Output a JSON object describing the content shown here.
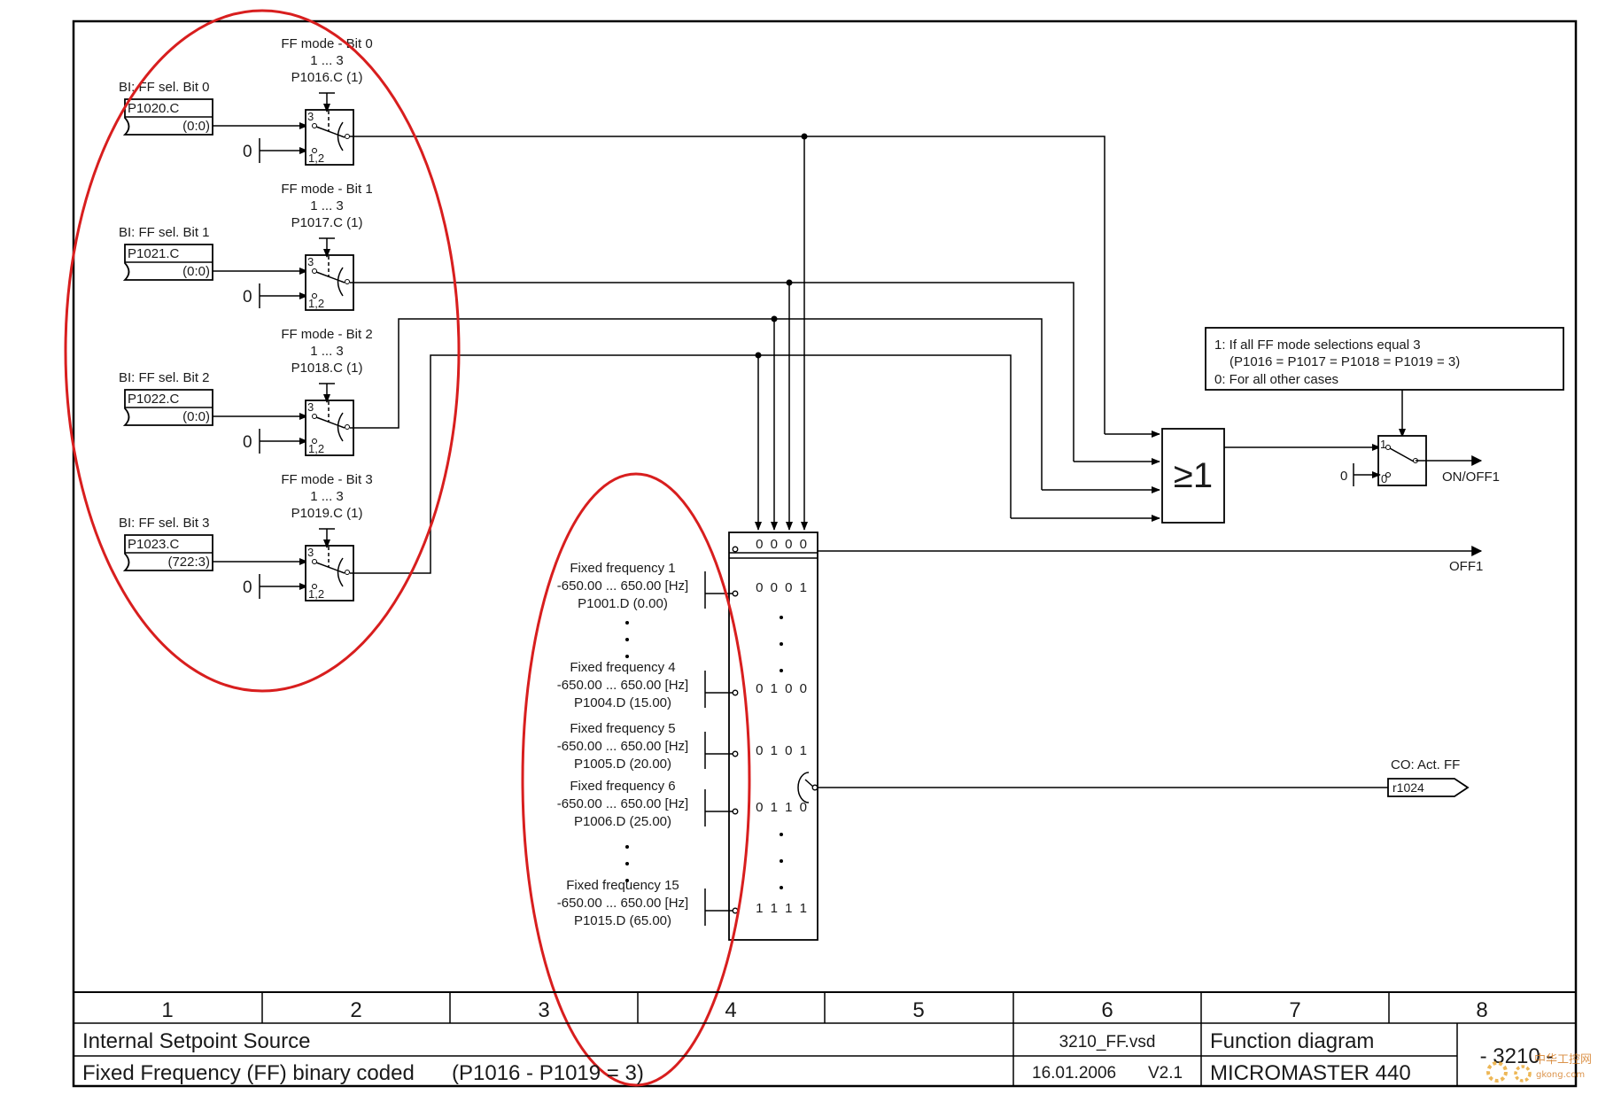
{
  "inputs": [
    {
      "mode_title": "FF mode - Bit 0",
      "mode_range": "1 ... 3",
      "mode_param": "P1016.C (1)",
      "bi_label": "BI: FF sel. Bit 0",
      "bi_param": "P1020.C",
      "bi_value": "(0:0)",
      "pos_top": "3",
      "pos_bottom": "1,2",
      "zero": "0"
    },
    {
      "mode_title": "FF mode - Bit 1",
      "mode_range": "1 ... 3",
      "mode_param": "P1017.C (1)",
      "bi_label": "BI: FF sel. Bit 1",
      "bi_param": "P1021.C",
      "bi_value": "(0:0)",
      "pos_top": "3",
      "pos_bottom": "1,2",
      "zero": "0"
    },
    {
      "mode_title": "FF mode - Bit 2",
      "mode_range": "1 ... 3",
      "mode_param": "P1018.C (1)",
      "bi_label": "BI: FF sel. Bit 2",
      "bi_param": "P1022.C",
      "bi_value": "(0:0)",
      "pos_top": "3",
      "pos_bottom": "1,2",
      "zero": "0"
    },
    {
      "mode_title": "FF mode - Bit 3",
      "mode_range": "1 ... 3",
      "mode_param": "P1019.C (1)",
      "bi_label": "BI: FF sel. Bit 3",
      "bi_param": "P1023.C",
      "bi_value": "(722:3)",
      "pos_top": "3",
      "pos_bottom": "1,2",
      "zero": "0"
    }
  ],
  "frequencies": [
    {
      "name": "Fixed frequency 1",
      "range": "-650.00 ... 650.00  [Hz]",
      "param": "P1001.D (0.00)"
    },
    {
      "name": "Fixed frequency 4",
      "range": "-650.00 ... 650.00  [Hz]",
      "param": "P1004.D (15.00)"
    },
    {
      "name": "Fixed frequency 5",
      "range": "-650.00 ... 650.00  [Hz]",
      "param": "P1005.D (20.00)"
    },
    {
      "name": "Fixed frequency 6",
      "range": "-650.00 ... 650.00  [Hz]",
      "param": "P1006.D (25.00)"
    },
    {
      "name": "Fixed frequency 15",
      "range": "-650.00 ... 650.00  [Hz]",
      "param": "P1015.D (65.00)"
    }
  ],
  "selector_codes": [
    "0 0 0 0",
    "0 0 0 1",
    "0 1 0 0",
    "0 1 0 1",
    "0 1 1 0",
    "1 1 1 1"
  ],
  "or_gate": {
    "symbol": "≥1"
  },
  "note": {
    "line1": "1: If all FF mode selections equal 3",
    "line2": "(P1016 = P1017 = P1018 = P1019 = 3)",
    "line3": "0: For all other cases"
  },
  "out_switch": {
    "pos_top": "1",
    "pos_bottom": "0",
    "zero": "0"
  },
  "outputs": {
    "on_off1": "ON/OFF1",
    "off1": "OFF1",
    "co_label": "CO: Act. FF",
    "co_param": "r1024"
  },
  "footer": {
    "columns": [
      "1",
      "2",
      "3",
      "4",
      "5",
      "6",
      "7",
      "8"
    ],
    "title1": "Internal Setpoint Source",
    "title2": "Fixed Frequency (FF) binary coded",
    "title2_params": "(P1016 - P1019 = 3)",
    "file": "3210_FF.vsd",
    "date": "16.01.2006",
    "version": "V2.1",
    "doc_type": "Function diagram",
    "product": "MICROMASTER 440",
    "page": "- 3210 -"
  },
  "watermark": {
    "line1": "中华工控网",
    "line2": "gkong.com"
  }
}
